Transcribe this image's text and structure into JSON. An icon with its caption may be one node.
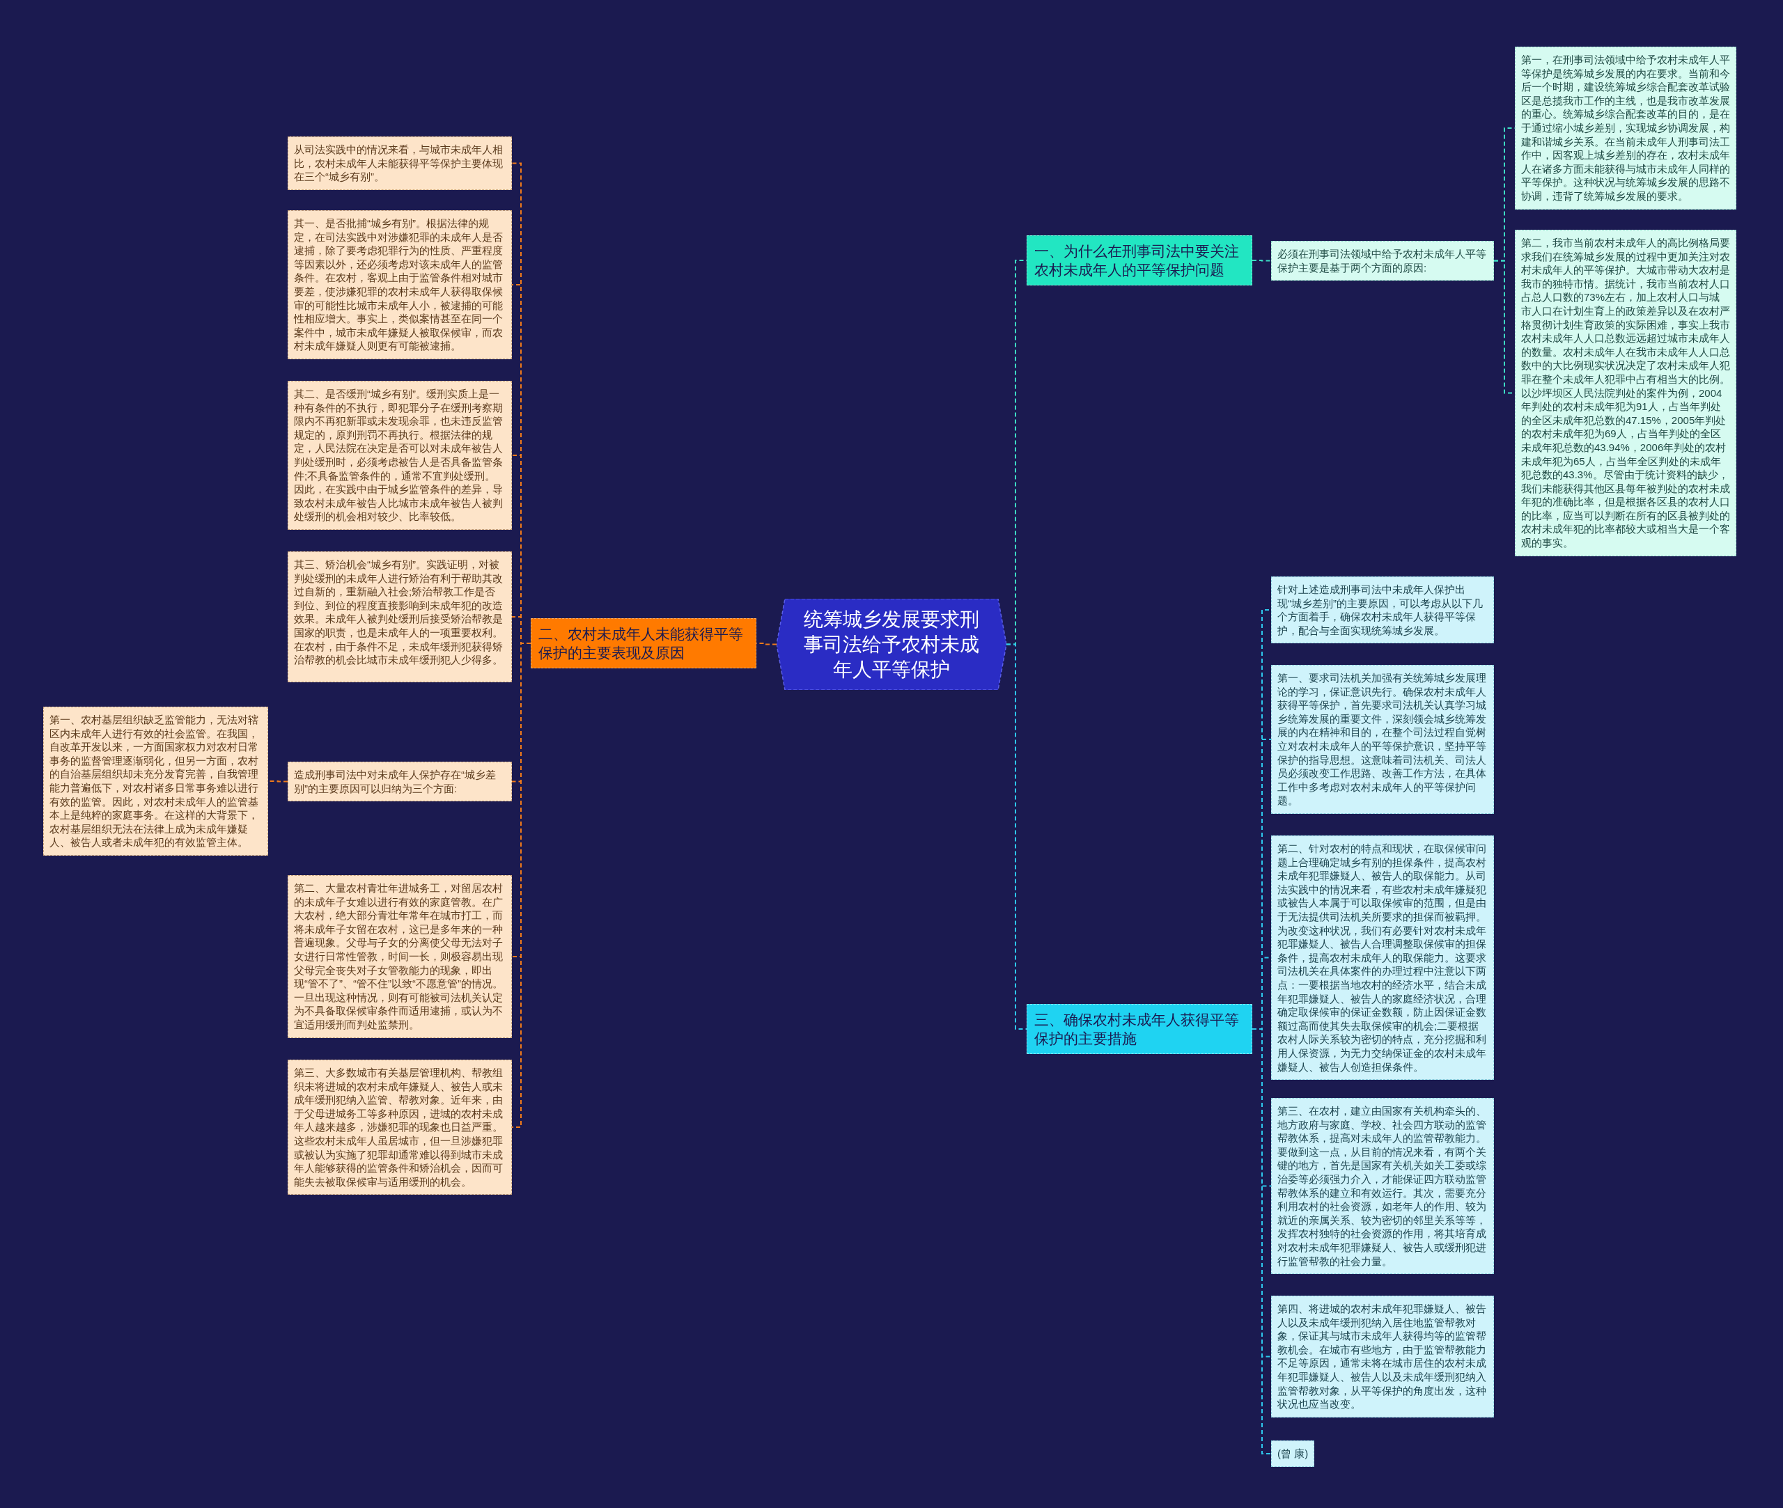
{
  "diagram": {
    "nodes": [
      {
        "text": [
          "统筹城乡发展要求刑事司法给予农村未成年人平等保护"
        ]
      },
      {
        "text": [
          "一、为什么在刑事司法中要关注农村未成年人的平等保护问题"
        ]
      },
      {
        "text": [
          "必须在刑事司法领域中给予农村未成年人平等保护主要是基于两个方面的原因:"
        ]
      },
      {
        "text": [
          "第一，在刑事司法领域中给予农村未成年人平等保护是统筹城乡发展的内在要求。当前和今后一个时期，建设统筹城乡综合配套改革试验区是总揽我市工作的主线，也是我市改革发展的重心。统筹城乡综合配套改革的目的，是在于通过缩小城乡差别，实现城乡协调发展，构建和谐城乡关系。在当前未成年人刑事司法工作中，因客观上城乡差别的存在，农村未成年人在诸多方面未能获得与城市未成年人同样的平等保护。这种状况与统筹城乡发展的思路不协调，违背了统筹城乡发展的要求。"
        ]
      },
      {
        "text": [
          "第二，我市当前农村未成年人的高比例格局要求我们在统筹城乡发展的过程中更加关注对农村未成年人的平等保护。大城市带动大农村是我市的独特市情。据统计，我市当前农村人口占总人口数的73%左右，加上农村人口与城市人口在计划生育上的政策差异以及在农村严格贯彻计划生育政策的实际困难，事实上我市农村未成年人人口总数远远超过城市未成年人的数量。农村未成年人在我市未成年人人口总数中的大比例现实状况决定了农村未成年人犯罪在整个未成年人犯罪中占有相当大的比例。以沙坪坝区人民法院判处的案件为例，2004年判处的农村未成年犯为91人，占当年判处的全区未成年犯总数的47.15%，2005年判处的农村未成年犯为69人，占当年判处的全区未成年犯总数的43.94%，2006年判处的农村未成年犯为65人，占当年全区判处的未成年犯总数的43.3%。尽管由于统计资料的缺少，我们未能获得其他区县每年被判处的农村未成年犯的准确比率，但是根据各区县的农村人口的比率，应当可以判断在所有的区县被判处的农村未成年犯的比率都较大或相当大是一个客观的事实。"
        ]
      },
      {
        "text": [
          "二、农村未成年人未能获得平等保护的主要表现及原因"
        ]
      },
      {
        "text": [
          "从司法实践中的情况来看，与城市未成年人相比，农村未成年人未能获得平等保护主要体现在三个“城乡有别”。"
        ]
      },
      {
        "text": [
          "其一、是否批捕“城乡有别”。根据法律的规定，在司法实践中对涉嫌犯罪的未成年人是否逮捕，除了要考虑犯罪行为的性质、严重程度等因素以外，还必须考虑对该未成年人的监管条件。在农村，客观上由于监管条件相对城市要差，使涉嫌犯罪的农村未成年人获得取保候审的可能性比城市未成年人小，被逮捕的可能性相应增大。事实上，类似案情甚至在同一个案件中，城市未成年嫌疑人被取保候审，而农村未成年嫌疑人则更有可能被逮捕。"
        ]
      },
      {
        "text": [
          "其二、是否缓刑“城乡有别”。缓刑实质上是一种有条件的不执行，即犯罪分子在缓刑考察期限内不再犯新罪或未发现余罪，也未违反监管规定的，原判刑罚不再执行。根据法律的规定，人民法院在决定是否可以对未成年被告人判处缓刑时，必须考虑被告人是否具备监管条件;不具备监管条件的，通常不宜判处缓刑。因此，在实践中由于城乡监管条件的差异，导致农村未成年被告人比城市未成年被告人被判处缓刑的机会相对较少、比率较低。"
        ]
      },
      {
        "text": [
          "其三、矫治机会“城乡有别”。实践证明，对被判处缓刑的未成年人进行矫治有利于帮助其改过自新的，重新融入社会;矫治帮教工作是否到位、到位的程度直接影响到未成年犯的改造效果。未成年人被判处缓刑后接受矫治帮教是国家的职责，也是未成年人的一项重要权利。在农村，由于条件不足，未成年缓刑犯获得矫治帮教的机会比城市未成年缓刑犯人少得多。"
        ]
      },
      {
        "text": [
          "造成刑事司法中对未成年人保护存在“城乡差别”的主要原因可以归纳为三个方面:"
        ]
      },
      {
        "text": [
          "第一、农村基层组织缺乏监管能力，无法对辖区内未成年人进行有效的社会监管。在我国，自改革开发以来，一方面国家权力对农村日常事务的监督管理逐渐弱化，但另一方面，农村的自治基层组织却未充分发育完善，自我管理能力普遍低下，对农村诸多日常事务难以进行有效的监管。因此，对农村未成年人的监管基本上是纯粹的家庭事务。在这样的大背景下，农村基层组织无法在法律上成为未成年嫌疑人、被告人或者未成年犯的有效监管主体。"
        ]
      },
      {
        "text": [
          "第二、大量农村青壮年进城务工，对留居农村的未成年子女难以进行有效的家庭管教。在广大农村，绝大部分青壮年常年在城市打工，而将未成年子女留在农村，这已是多年来的一种普遍现象。父母与子女的分离使父母无法对子女进行日常性管教，时间一长，则极容易出现父母完全丧失对子女管教能力的现象，即出现“管不了”、“管不住”以致“不愿意管”的情况。一旦出现这种情况，则有可能被司法机关认定为不具备取保候审条件而适用逮捕，或认为不宜适用缓刑而判处监禁刑。"
        ]
      },
      {
        "text": [
          "第三、大多数城市有关基层管理机构、帮教组织未将进城的农村未成年嫌疑人、被告人或未成年缓刑犯纳入监管、帮教对象。近年来，由于父母进城务工等多种原因，进城的农村未成年人越来越多，涉嫌犯罪的现象也日益严重。这些农村未成年人虽居城市，但一旦涉嫌犯罪或被认为实施了犯罪却通常难以得到城市未成年人能够获得的监管条件和矫治机会，因而可能失去被取保候审与适用缓刑的机会。"
        ]
      },
      {
        "text": [
          "三、确保农村未成年人获得平等保护的主要措施"
        ]
      },
      {
        "text": [
          "针对上述造成刑事司法中未成年人保护出现“城乡差别”的主要原因，可以考虑从以下几个方面着手，确保农村未成年人获得平等保护，配合与全面实现统筹城乡发展。"
        ]
      },
      {
        "text": [
          "第一、要求司法机关加强有关统筹城乡发展理论的学习，保证意识先行。确保农村未成年人获得平等保护，首先要求司法机关认真学习城乡统筹发展的重要文件，深刻领会城乡统筹发展的内在精神和目的，在整个司法过程自觉树立对农村未成年人的平等保护意识，坚持平等保护的指导思想。这意味着司法机关、司法人员必须改变工作思路、改善工作方法，在具体工作中多考虑对农村未成年人的平等保护问题。"
        ]
      },
      {
        "text": [
          "第二、针对农村的特点和现状，在取保候审问题上合理确定城乡有别的担保条件，提高农村未成年犯罪嫌疑人、被告人的取保能力。从司法实践中的情况来看，有些农村未成年嫌疑犯或被告人本属于可以取保候审的范围，但是由于无法提供司法机关所要求的担保而被羁押。为改变这种状况，我们有必要针对农村未成年犯罪嫌疑人、被告人合理调整取保候审的担保条件，提高农村未成年人的取保能力。这要求司法机关在具体案件的办理过程中注意以下两点：一要根据当地农村的经济水平，结合未成年犯罪嫌疑人、被告人的家庭经济状况，合理确定取保候审的保证金数额，防止因保证金数额过高而使其失去取保候审的机会;二要根据农村人际关系较为密切的特点，充分挖掘和利用人保资源，为无力交纳保证金的农村未成年嫌疑人、被告人创造担保条件。"
        ]
      },
      {
        "text": [
          "第三、在农村，建立由国家有关机构牵头的、地方政府与家庭、学校、社会四方联动的监管帮教体系，提高对未成年人的监管帮教能力。要做到这一点，从目前的情况来看，有两个关键的地方，首先是国家有关机关如关工委或综治委等必须强力介入，才能保证四方联动监管帮教体系的建立和有效运行。其次，需要充分利用农村的社会资源，如老年人的作用、较为就近的亲属关系、较为密切的邻里关系等等，发挥农村独特的社会资源的作用，将其培育成对农村未成年犯罪嫌疑人、被告人或缓刑犯进行监管帮教的社会力量。"
        ]
      },
      {
        "text": [
          "第四、将进城的农村未成年犯罪嫌疑人、被告人以及未成年缓刑犯纳入居住地监管帮教对象，保证其与城市未成年人获得均等的监管帮教机会。在城市有些地方，由于监管帮教能力不足等原因，通常未将在城市居住的农村未成年犯罪嫌疑人、被告人以及未成年缓刑犯纳入监管帮教对象，从平等保护的角度出发，这种状况也应当改变。"
        ]
      },
      {
        "text": [
          "(曾 康)"
        ]
      }
    ],
    "edges": [
      {
        "from": 0,
        "to": 1,
        "arrow": "none",
        "style": "dashed",
        "color": "#3ddcc4"
      },
      {
        "from": 1,
        "to": 2,
        "arrow": "none",
        "style": "dashed",
        "color": "#3ddcc4"
      },
      {
        "from": 2,
        "to": 3,
        "arrow": "none",
        "style": "dashed",
        "color": "#3ddcc4"
      },
      {
        "from": 2,
        "to": 4,
        "arrow": "none",
        "style": "dashed",
        "color": "#3ddcc4"
      },
      {
        "from": 0,
        "to": 5,
        "arrow": "none",
        "style": "dashed",
        "color": "#f07a1a"
      },
      {
        "from": 5,
        "to": 6,
        "arrow": "none",
        "style": "dashed",
        "color": "#f07a1a"
      },
      {
        "from": 5,
        "to": 7,
        "arrow": "none",
        "style": "dashed",
        "color": "#f07a1a"
      },
      {
        "from": 5,
        "to": 8,
        "arrow": "none",
        "style": "dashed",
        "color": "#f07a1a"
      },
      {
        "from": 5,
        "to": 9,
        "arrow": "none",
        "style": "dashed",
        "color": "#f07a1a"
      },
      {
        "from": 5,
        "to": 10,
        "arrow": "none",
        "style": "dashed",
        "color": "#f07a1a"
      },
      {
        "from": 10,
        "to": 11,
        "arrow": "none",
        "style": "dashed",
        "color": "#f07a1a"
      },
      {
        "from": 5,
        "to": 12,
        "arrow": "none",
        "style": "dashed",
        "color": "#f07a1a"
      },
      {
        "from": 5,
        "to": 13,
        "arrow": "none",
        "style": "dashed",
        "color": "#f07a1a"
      },
      {
        "from": 0,
        "to": 14,
        "arrow": "none",
        "style": "dashed",
        "color": "#2ec8ec"
      },
      {
        "from": 14,
        "to": 15,
        "arrow": "none",
        "style": "dashed",
        "color": "#2ec8ec"
      },
      {
        "from": 14,
        "to": 16,
        "arrow": "none",
        "style": "dashed",
        "color": "#2ec8ec"
      },
      {
        "from": 14,
        "to": 17,
        "arrow": "none",
        "style": "dashed",
        "color": "#2ec8ec"
      },
      {
        "from": 14,
        "to": 18,
        "arrow": "none",
        "style": "dashed",
        "color": "#2ec8ec"
      },
      {
        "from": 14,
        "to": 19,
        "arrow": "none",
        "style": "dashed",
        "color": "#2ec8ec"
      },
      {
        "from": 14,
        "to": 20,
        "arrow": "none",
        "style": "dashed",
        "color": "#2ec8ec"
      }
    ]
  }
}
